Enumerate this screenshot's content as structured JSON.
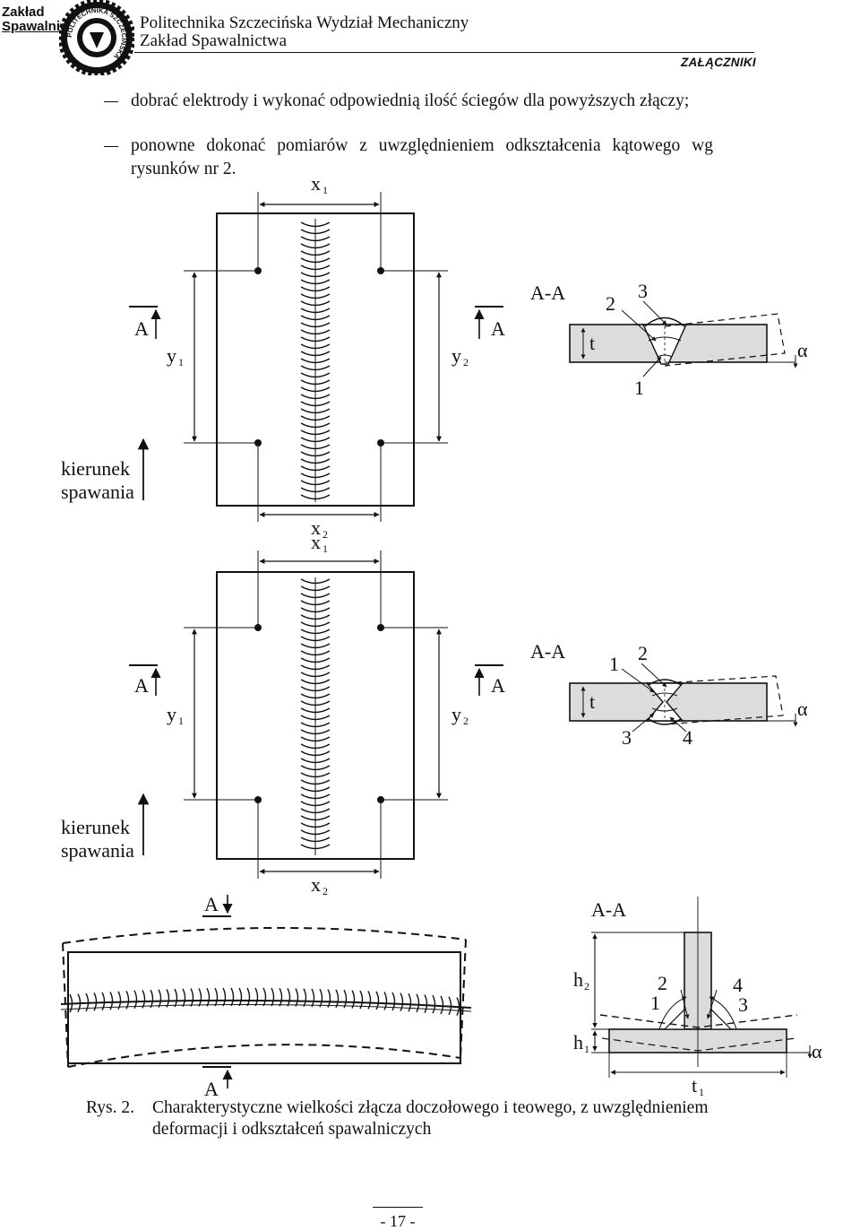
{
  "header": {
    "logo_line1": "Zakład",
    "logo_line2": "Spawalnictwa",
    "seal_text": "POLITECHNIKA SZCZECIŃSKA",
    "title_line1": "Politechnika Szczecińska Wydział Mechaniczny",
    "title_line2": "Zakład Spawalnictwa",
    "section": "ZAŁĄCZNIKI"
  },
  "bullets": [
    "dobrać elektrody i wykonać odpowiednią ilość ściegów dla powyższych złączy;",
    "ponowne dokonać pomiarów z uwzględnieniem odkształcenia kątowego wg rysunków nr 2."
  ],
  "figure": {
    "section_marker": "A",
    "x1": "x",
    "x1_sub": "1",
    "x2": "x",
    "x2_sub": "2",
    "y1": "y",
    "y1_sub": "1",
    "y2": "y",
    "y2_sub": "2",
    "direction_line1": "kierunek",
    "direction_line2": "spawania",
    "section_title": "A-A",
    "thickness": "t",
    "angle": "α",
    "h1": "h",
    "h1_sub": "1",
    "h2": "h",
    "h2_sub": "2",
    "t1": "t",
    "t1_sub": "1",
    "pass_1": "1",
    "pass_2": "2",
    "pass_3": "3",
    "pass_4": "4"
  },
  "caption": {
    "label": "Rys. 2.",
    "text": "Charakterystyczne wielkości złącza doczołowego i teowego, z uwzględnieniem deformacji i odkształceń spawalniczych"
  },
  "page_number": "- 17 -"
}
